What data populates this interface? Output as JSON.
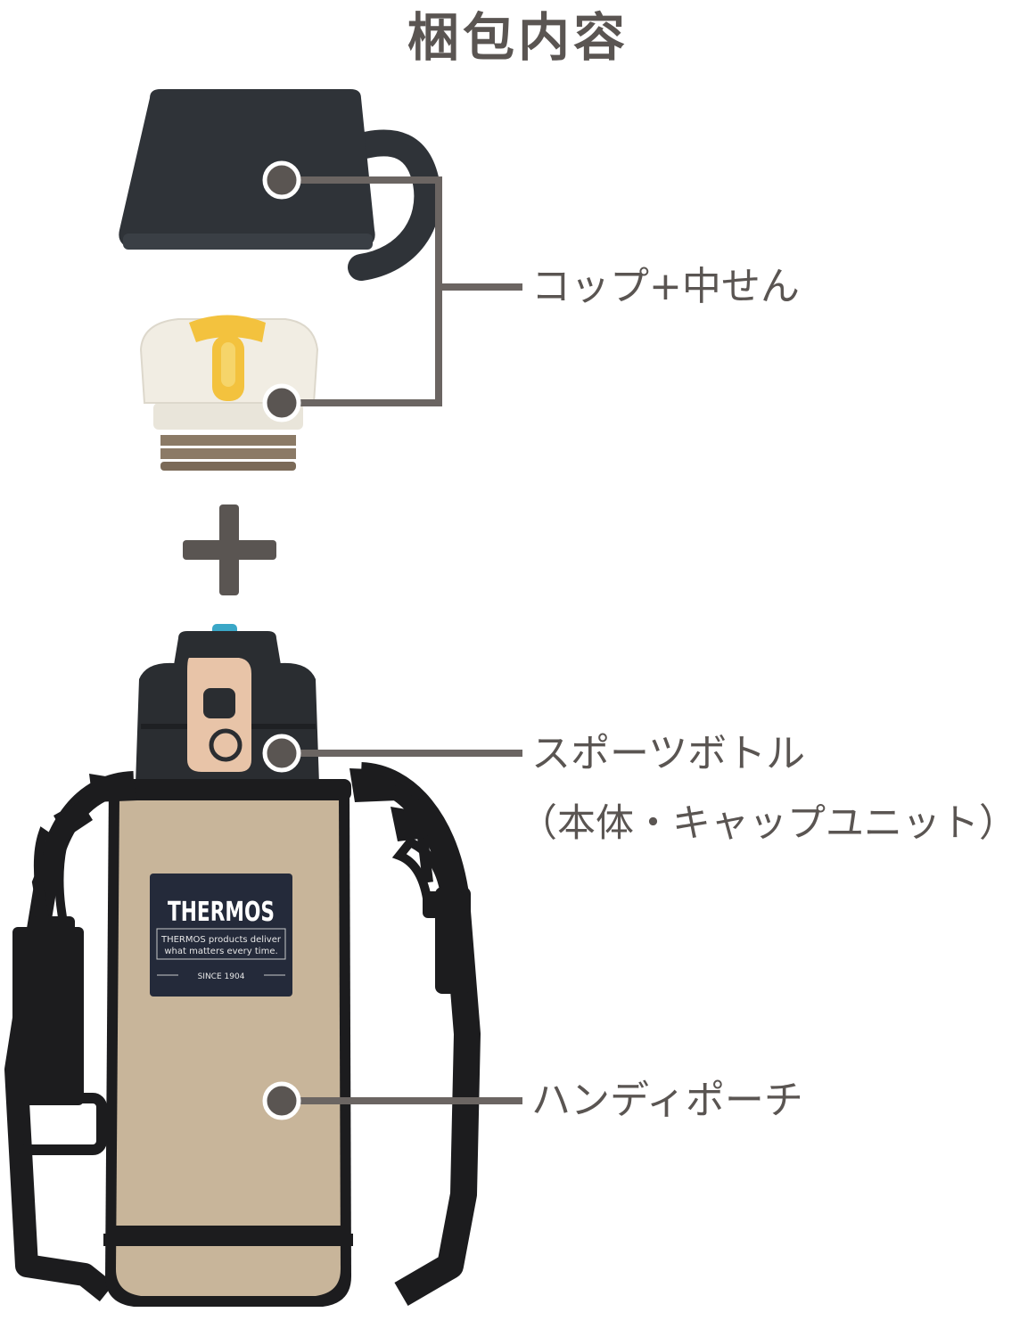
{
  "header": {
    "title": "梱包内容"
  },
  "parts": [
    {
      "label": "コップ+中せん"
    },
    {
      "label": "スポーツボトル",
      "sublabel": "（本体・キャップユニット）"
    },
    {
      "label": "ハンディポーチ"
    }
  ],
  "plus_sign": "+",
  "patch": {
    "brand": "THERMOS",
    "tagline_1": "THERMOS products deliver",
    "tagline_2": "what matters every time.",
    "since": "SINCE 1904"
  },
  "colors": {
    "text": "#5a5552",
    "leader_line": "#6b6562",
    "cup": "#2f3338",
    "plug": "#f1ede3",
    "plug_button": "#f3c23e",
    "pouch": "#c8b59a",
    "strap": "#1c1c1e",
    "lid_accent": "#e8c4a8"
  }
}
